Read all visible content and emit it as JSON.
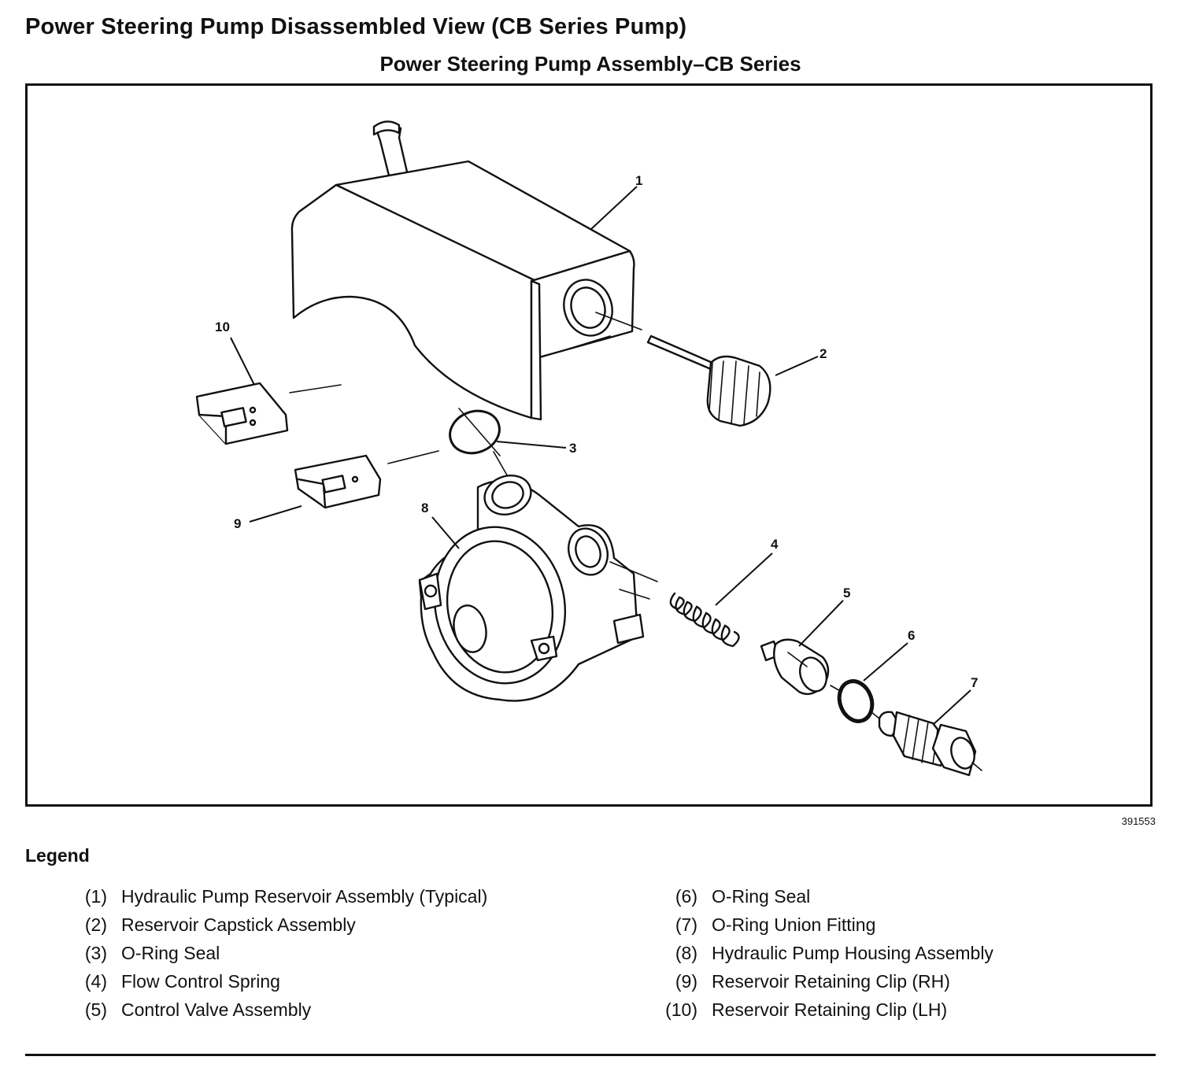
{
  "page_title": "Power Steering Pump Disassembled View (CB Series Pump)",
  "figure": {
    "title": "Power Steering Pump Assembly–CB Series",
    "number": "391553",
    "callouts": [
      "1",
      "2",
      "3",
      "4",
      "5",
      "6",
      "7",
      "8",
      "9",
      "10"
    ]
  },
  "legend": {
    "heading": "Legend",
    "left": [
      {
        "num": "(1)",
        "text": "Hydraulic Pump Reservoir Assembly (Typical)"
      },
      {
        "num": "(2)",
        "text": "Reservoir Capstick Assembly"
      },
      {
        "num": "(3)",
        "text": "O-Ring Seal"
      },
      {
        "num": "(4)",
        "text": "Flow Control Spring"
      },
      {
        "num": "(5)",
        "text": "Control Valve Assembly"
      }
    ],
    "right": [
      {
        "num": "(6)",
        "text": "O-Ring Seal"
      },
      {
        "num": "(7)",
        "text": "O-Ring Union Fitting"
      },
      {
        "num": "(8)",
        "text": "Hydraulic Pump Housing Assembly"
      },
      {
        "num": "(9)",
        "text": "Reservoir Retaining Clip (RH)"
      },
      {
        "num": "(10)",
        "text": "Reservoir Retaining Clip (LH)"
      }
    ]
  }
}
